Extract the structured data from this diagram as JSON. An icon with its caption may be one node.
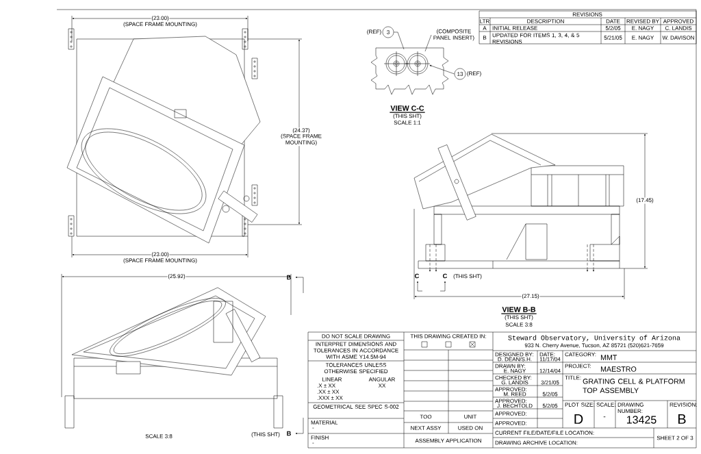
{
  "diagram": {
    "nodes": [
      {
        "text": [
          "3"
        ],
        "beside": [
          "(REF)"
        ]
      },
      {
        "text": [
          "(COMPOSITE PANEL INSERT)"
        ]
      },
      {
        "text": [
          "13"
        ],
        "beside": [
          "(REF)"
        ]
      },
      {
        "text": [],
        "shape": "picture"
      }
    ],
    "edges": [
      {
        "from": 0,
        "to": 3,
        "arrow": "none"
      },
      {
        "from": 1,
        "to": 3,
        "arrow": "none"
      },
      {
        "from": 2,
        "to": 3,
        "arrow": "to"
      }
    ],
    "labels": [
      "(23.00)",
      "(SPACE FRAME MOUNTING)",
      "REVISIONS",
      "LTR",
      "DESCRIPTION",
      "DATE",
      "REVISED BY",
      "APPROVED",
      "A",
      "INITIAL RELEASE",
      "5/2/05",
      "E. NAGY",
      "C. LANDIS",
      "B",
      "UPDATED FOR ITEMS 1, 3, 4, & 5 REVISIONS",
      "5/21/05",
      "E. NAGY",
      "W. DAVISON",
      "(24.37)",
      "(SPACE FRAME MOUNTING)",
      "VIEW C-C",
      "(THIS SHT)",
      "SCALE 1:1",
      "(17.45)",
      "(23.00)",
      "(SPACE FRAME MOUNTING)",
      "(25.92)",
      "B",
      "C",
      "C",
      "(THIS SHT)",
      "(27.15)",
      "VIEW B-B",
      "(THIS SHT)",
      "SCALE 3:8",
      "SCALE 3:8",
      "(THIS SHT)",
      "B",
      "DO NOT SCALE DRAWING",
      "INTERPRET DIMENSIONS AND TOLERANCES IN ACCORDANCE WITH ASME Y14.5M-94",
      "TOLERANCES UNLESS OTHERWISE SPECIFIED",
      "LINEAR",
      "ANGULAR",
      ".X ± XX",
      "XX",
      ".XX ± XX",
      ".XXX ± XX",
      "GEOMETRICAL SEE SPEC S-002",
      "MATERIAL",
      "-",
      "FINISH",
      "-",
      "THIS DRAWING CREATED IN:",
      "TOO",
      "UNIT",
      "NEXT ASSY",
      "USED ON",
      "ASSEMBLY APPLICATION",
      "Steward Observatory, University of Arizona",
      "933 N. Cherry Avenue, Tucson, AZ 85721   (520)621-7659",
      "DESIGNED BY:",
      "DATE:",
      "D. DEAN/S.H.",
      "11/17/04",
      "DRAWN BY:",
      "E. NAGY",
      "12/14/04",
      "CHECKED BY:",
      "G. LANDIS",
      "3/21/05",
      "APPROVED:",
      "M. REED",
      "5/2/05",
      "APPROVED:",
      "J. BECHTOLD",
      "5/2/05",
      "APPROVED:",
      "APPROVED:",
      "CATEGORY:",
      "MMT",
      "PROJECT:",
      "MAESTRO",
      "TITLE:",
      "GRATING CELL & PLATFORM TOP ASSEMBLY",
      "PLOT SIZE:",
      "D",
      "SCALE:",
      "-",
      "DRAWING NUMBER:",
      "13425",
      "REVISION:",
      "B",
      "CURRENT FILE/DATE/FILE LOCATION:",
      "DRAWING ARCHIVE LOCATION:",
      "SHEET 2 OF 3"
    ]
  }
}
